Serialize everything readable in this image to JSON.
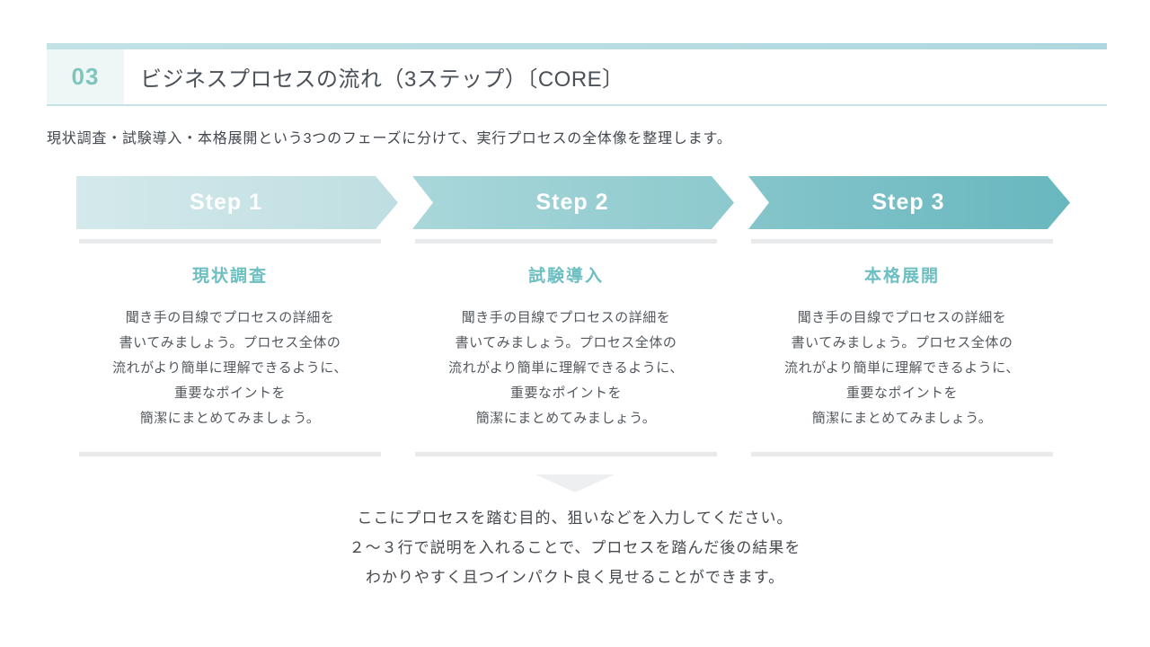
{
  "header": {
    "number": "03",
    "title": "ビジネスプロセスの流れ（3ステップ）〔CORE〕"
  },
  "subtitle": "現状調査・試験導入・本格展開という3つのフェーズに分けて、実行プロセスの全体像を整理します。",
  "steps": [
    {
      "label": "Step 1",
      "heading": "現状調査",
      "body_lines": [
        "聞き手の目線でプロセスの詳細を",
        "書いてみましょう。プロセス全体の",
        "流れがより簡単に理解できるように、",
        "重要なポイントを",
        "簡潔にまとめてみましょう。"
      ],
      "arrow_gradient": [
        "#d4e9eb",
        "#bfdee1"
      ]
    },
    {
      "label": "Step 2",
      "heading": "試験導入",
      "body_lines": [
        "聞き手の目線でプロセスの詳細を",
        "書いてみましょう。プロセス全体の",
        "流れがより簡単に理解できるように、",
        "重要なポイントを",
        "簡潔にまとめてみましょう。"
      ],
      "arrow_gradient": [
        "#a9d7da",
        "#8cc9cd"
      ]
    },
    {
      "label": "Step 3",
      "heading": "本格展開",
      "body_lines": [
        "聞き手の目線でプロセスの詳細を",
        "書いてみましょう。プロセス全体の",
        "流れがより簡単に理解できるように、",
        "重要なポイントを",
        "簡潔にまとめてみましょう。"
      ],
      "arrow_gradient": [
        "#85c5ca",
        "#68b7bf"
      ]
    }
  ],
  "footer": {
    "lines": [
      "ここにプロセスを踏む目的、狙いなどを入力してください。",
      "２～３行で説明を入れることで、プロセスを踏んだ後の結果を",
      "わかりやすく且つインパクト良く見せることができます。"
    ]
  },
  "colors": {
    "accent_bar": "#b4dbe1",
    "header_underline": "#c9e2e5",
    "number_bg": "#eef6f6",
    "number_text": "#7dc6bd",
    "title_text": "#4b5158",
    "step_heading_text": "#6dbfc1",
    "body_text": "#53585e",
    "divider_line": "#e9eaeb",
    "chevron_triangle": "#edeff1",
    "step_label_text": "#ffffff"
  }
}
